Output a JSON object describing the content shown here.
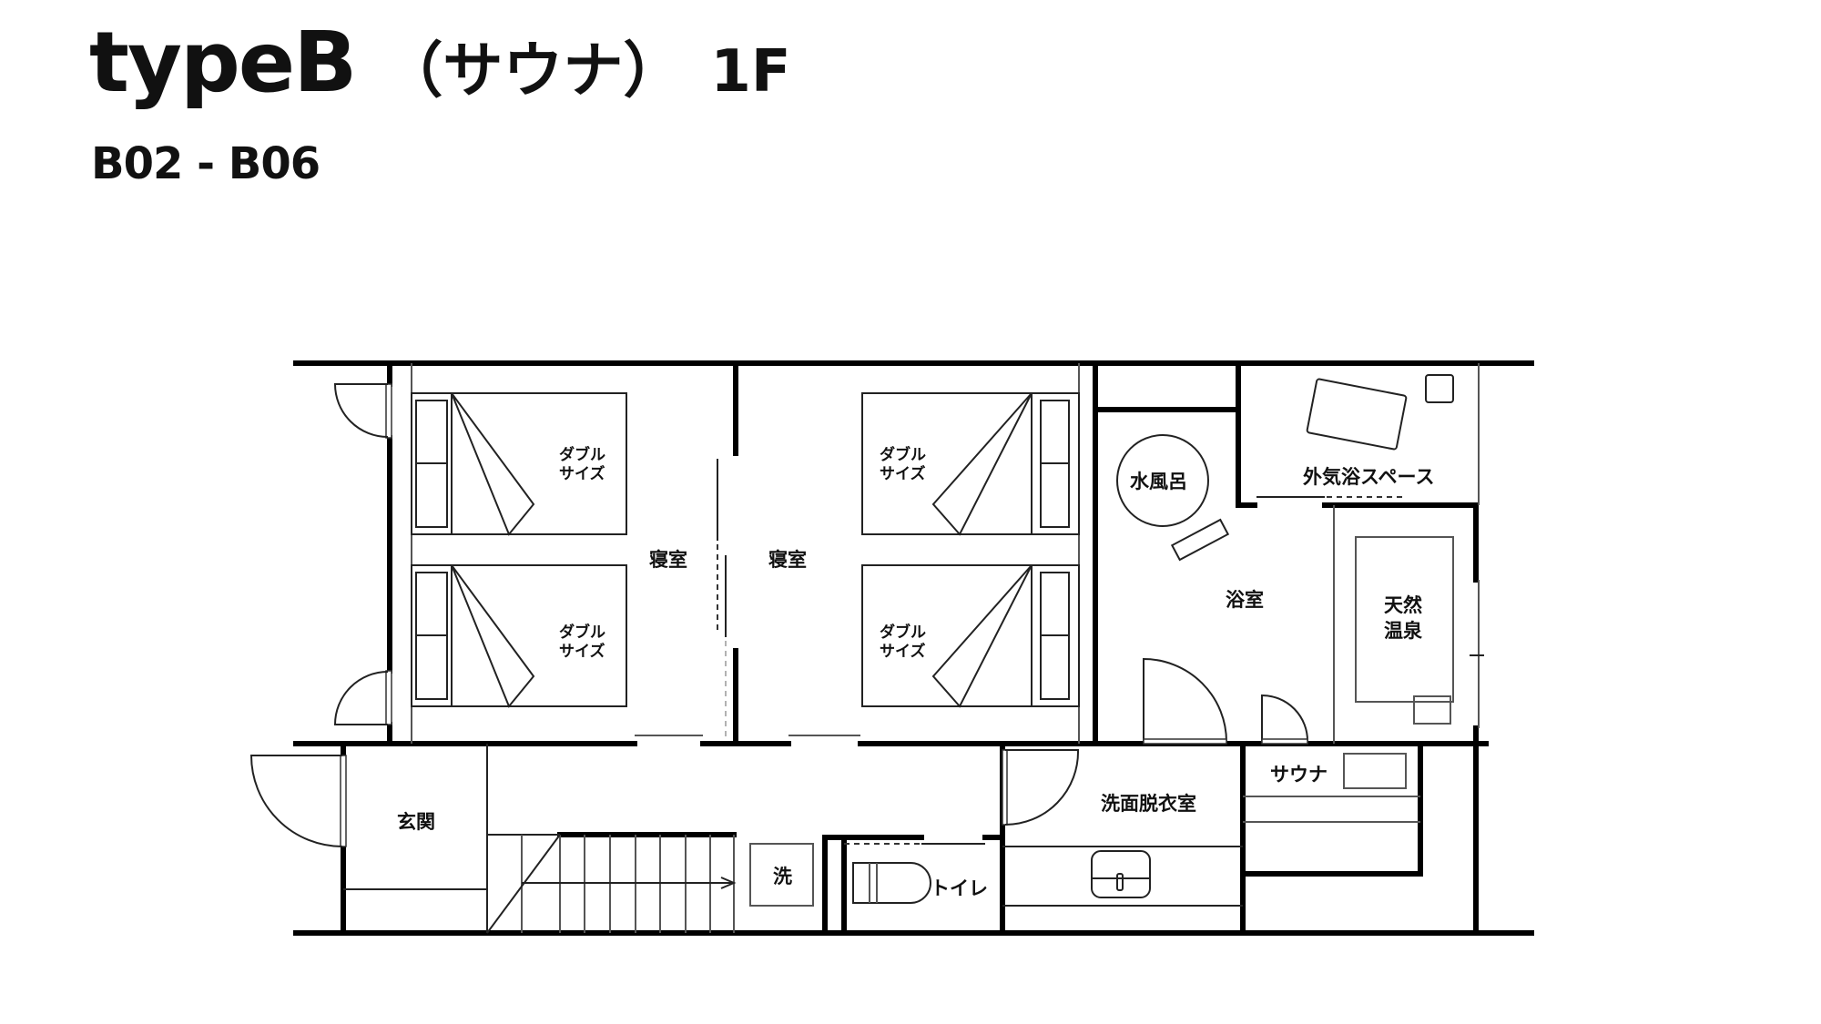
{
  "header": {
    "title_main": "typeB",
    "title_sub": "（サウナ）",
    "title_floor": "1F",
    "units": "B02 - B06"
  },
  "rooms": {
    "bedroom_left": "寝室",
    "bedroom_right": "寝室",
    "bed_label_line1": "ダブル",
    "bed_label_line2": "サイズ",
    "entrance": "玄関",
    "washer": "洗",
    "toilet": "トイレ",
    "washroom": "洗面脱衣室",
    "sauna": "サウナ",
    "bathroom": "浴室",
    "cold_bath": "水風呂",
    "outdoor_space": "外気浴スペース",
    "onsen_line1": "天然",
    "onsen_line2": "温泉"
  },
  "colors": {
    "wall": "#000000",
    "line": "#222222",
    "background": "#ffffff"
  }
}
